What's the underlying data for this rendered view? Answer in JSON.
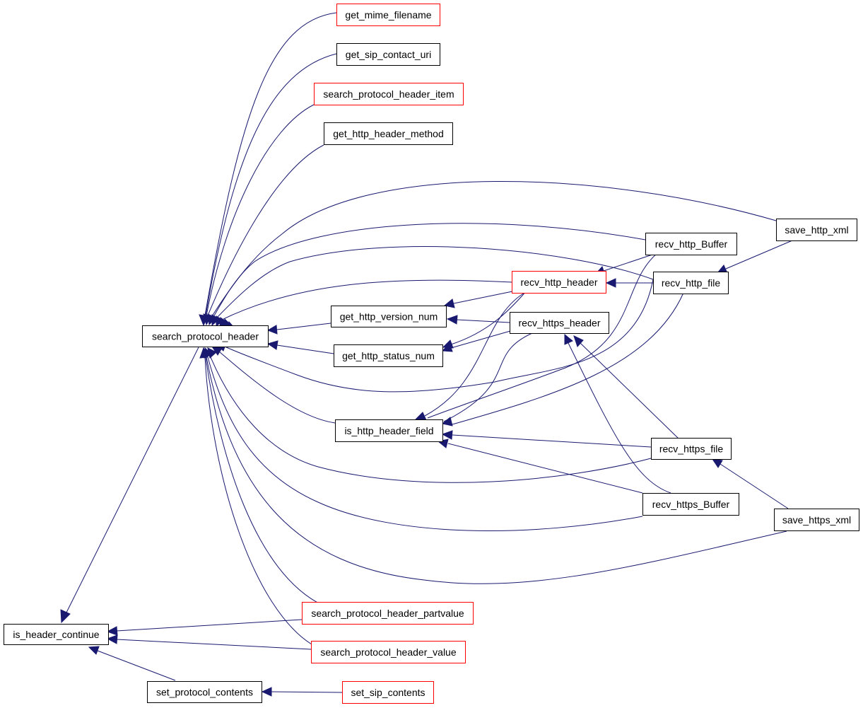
{
  "colors": {
    "edge": "#191970",
    "border_normal": "#000000",
    "border_truncated": "#ff0000",
    "root_fill": "#bfbfbf"
  },
  "nodes": {
    "is_header_continue": {
      "label": "is_header_continue",
      "border": "black",
      "root": true
    },
    "search_protocol_header": {
      "label": "search_protocol_header",
      "border": "black"
    },
    "set_protocol_contents": {
      "label": "set_protocol_contents",
      "border": "black"
    },
    "get_mime_filename": {
      "label": "get_mime_filename",
      "border": "red"
    },
    "get_sip_contact_uri": {
      "label": "get_sip_contact_uri",
      "border": "black"
    },
    "search_protocol_header_item": {
      "label": "search_protocol_header_item",
      "border": "red"
    },
    "get_http_header_method": {
      "label": "get_http_header_method",
      "border": "black"
    },
    "get_http_version_num": {
      "label": "get_http_version_num",
      "border": "black"
    },
    "get_http_status_num": {
      "label": "get_http_status_num",
      "border": "black"
    },
    "is_http_header_field": {
      "label": "is_http_header_field",
      "border": "black"
    },
    "search_protocol_header_partvalue": {
      "label": "search_protocol_header_partvalue",
      "border": "red"
    },
    "search_protocol_header_value": {
      "label": "search_protocol_header_value",
      "border": "red"
    },
    "set_sip_contents": {
      "label": "set_sip_contents",
      "border": "red"
    },
    "recv_http_header": {
      "label": "recv_http_header",
      "border": "red"
    },
    "recv_https_header": {
      "label": "recv_https_header",
      "border": "black"
    },
    "recv_http_Buffer": {
      "label": "recv_http_Buffer",
      "border": "black"
    },
    "recv_http_file": {
      "label": "recv_http_file",
      "border": "black"
    },
    "recv_https_file": {
      "label": "recv_https_file",
      "border": "black"
    },
    "recv_https_Buffer": {
      "label": "recv_https_Buffer",
      "border": "black"
    },
    "save_http_xml": {
      "label": "save_http_xml",
      "border": "black"
    },
    "save_https_xml": {
      "label": "save_https_xml",
      "border": "black"
    }
  }
}
